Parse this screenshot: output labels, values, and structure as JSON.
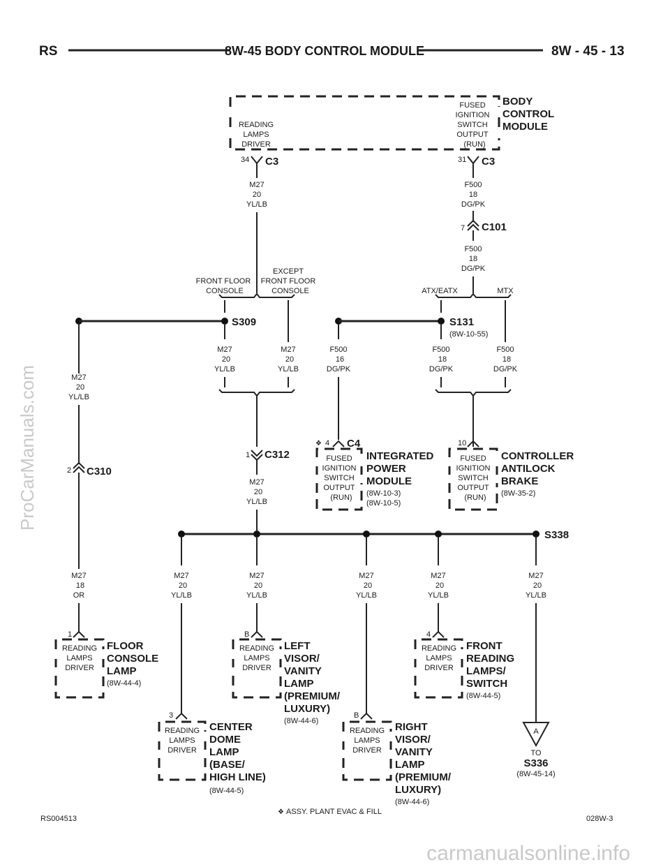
{
  "header": {
    "left": "RS",
    "center": "8W-45 BODY CONTROL MODULE",
    "right": "8W - 45 - 13"
  },
  "bcm": {
    "name": [
      "BODY",
      "CONTROL",
      "MODULE"
    ],
    "pin_left": [
      "READING",
      "LAMPS",
      "DRIVER"
    ],
    "pin_right": [
      "FUSED",
      "IGNITION",
      "SWITCH",
      "OUTPUT",
      "(RUN)"
    ],
    "c3_left_pin": "34",
    "c3_right_pin": "31",
    "connector": "C3"
  },
  "wires": {
    "m27_20": [
      "M27",
      "20",
      "YL/LB"
    ],
    "m27_18": [
      "M27",
      "18",
      "OR"
    ],
    "f500_18": [
      "F500",
      "18",
      "DG/PK"
    ],
    "f500_16": [
      "F500",
      "16",
      "DG/PK"
    ]
  },
  "connectors": {
    "c101": {
      "name": "C101",
      "pin": "7"
    },
    "c312": {
      "name": "C312",
      "pin": "1"
    },
    "c310": {
      "name": "C310",
      "pin": "2"
    },
    "c4": {
      "name": "C4",
      "pin": "4"
    }
  },
  "splices": {
    "s309": "S309",
    "s131": "S131",
    "s131_ref": "(8W-10-55)",
    "s338": "S338"
  },
  "options": {
    "front_floor_console": [
      "FRONT FLOOR",
      "CONSOLE"
    ],
    "except_front_floor_console": [
      "EXCEPT",
      "FRONT FLOOR",
      "CONSOLE"
    ],
    "atx_eatx": "ATX/EATX",
    "mtx": "MTX"
  },
  "ipm": {
    "name": [
      "INTEGRATED",
      "POWER",
      "MODULE"
    ],
    "refs": [
      "(8W-10-3)",
      "(8W-10-5)"
    ],
    "pin_label": [
      "FUSED",
      "IGNITION",
      "SWITCH",
      "OUTPUT",
      "(RUN)"
    ]
  },
  "cab": {
    "name": [
      "CONTROLLER",
      "ANTILOCK",
      "BRAKE"
    ],
    "ref": "(8W-35-2)",
    "pin": "10",
    "pin_label": [
      "FUSED",
      "IGNITION",
      "SWITCH",
      "OUTPUT",
      "(RUN)"
    ]
  },
  "lamps": {
    "pin_label": [
      "READING",
      "LAMPS",
      "DRIVER"
    ],
    "floor_console": {
      "name": [
        "FLOOR",
        "CONSOLE",
        "LAMP"
      ],
      "ref": "(8W-44-4)",
      "pin": "1"
    },
    "left_visor": {
      "name": [
        "LEFT",
        "VISOR/",
        "VANITY",
        "LAMP",
        "(PREMIUM/",
        "LUXURY)"
      ],
      "ref": "(8W-44-6)",
      "pin": "B"
    },
    "front_reading": {
      "name": [
        "FRONT",
        "READING",
        "LAMPS/",
        "SWITCH"
      ],
      "ref": "(8W-44-5)",
      "pin": "4"
    },
    "center_dome": {
      "name": [
        "CENTER",
        "DOME",
        "LAMP",
        "(BASE/",
        "HIGH LINE)"
      ],
      "ref": "(8W-44-5)",
      "pin": "3"
    },
    "right_visor": {
      "name": [
        "RIGHT",
        "VISOR/",
        "VANITY",
        "LAMP",
        "(PREMIUM/",
        "LUXURY)"
      ],
      "ref": "(8W-44-6)",
      "pin": "B"
    }
  },
  "to_s336": {
    "letter": "A",
    "to": "TO",
    "name": "S336",
    "ref": "(8W-45-14)"
  },
  "footer": {
    "left": "RS004513",
    "center": "ASSY. PLANT EVAC & FILL",
    "right": "028W-3"
  },
  "watermarks": {
    "side": "ProCarManuals.com",
    "bottom": "carmanualsonline.info"
  }
}
